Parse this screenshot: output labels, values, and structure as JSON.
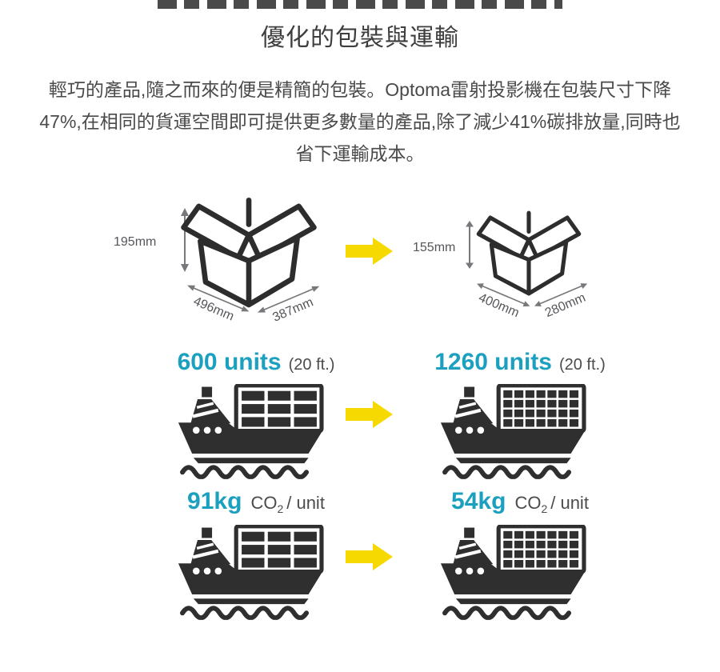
{
  "colors": {
    "teal_accent": "#1ca0bf",
    "arrow_yellow": "#f6d900",
    "icon_dark": "#2f2f2f",
    "body_text": "#4a4a4a",
    "dim_text": "#55565a"
  },
  "header": {
    "title": "優化的包裝與運輸"
  },
  "intro": {
    "text": "輕巧的產品,隨之而來的便是精簡的包裝。Optoma雷射投影機在包裝尺寸下降47%,在相同的貨運空間即可提供更多數量的產品,除了減少41%碳排放量,同時也省下運輸成本。"
  },
  "packaging": {
    "before": {
      "icon": "open-box-icon",
      "height": "195mm",
      "width": "496mm",
      "depth": "387mm"
    },
    "after": {
      "icon": "open-box-icon",
      "height": "155mm",
      "width": "400mm",
      "depth": "280mm"
    }
  },
  "shipping_units": {
    "before": {
      "value": "600 units",
      "container": "(20 ft.)"
    },
    "after": {
      "value": "1260 units",
      "container": "(20 ft.)"
    }
  },
  "emissions": {
    "before": {
      "value": "91kg",
      "gas": "CO",
      "gas_subscript": "2",
      "per": "/ unit"
    },
    "after": {
      "value": "54kg",
      "gas": "CO",
      "gas_subscript": "2",
      "per": "/ unit"
    }
  },
  "ships": {
    "before_grid": "3x3 containers",
    "after_grid": "7x4 containers"
  }
}
